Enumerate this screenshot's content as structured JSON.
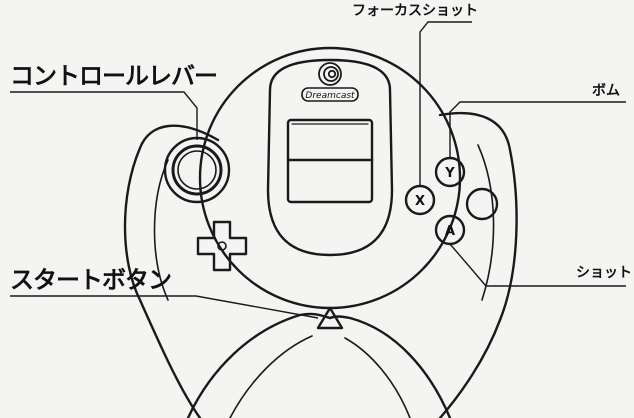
{
  "labels": {
    "focus_shot": "フォーカスショット",
    "control_lever": "コントロールレバー",
    "bomb": "ボム",
    "start_button": "スタートボタン",
    "shot": "ショット"
  },
  "controller": {
    "logo_text": "Dreamcast",
    "buttons": {
      "x": "X",
      "y": "Y",
      "a": "A"
    }
  }
}
